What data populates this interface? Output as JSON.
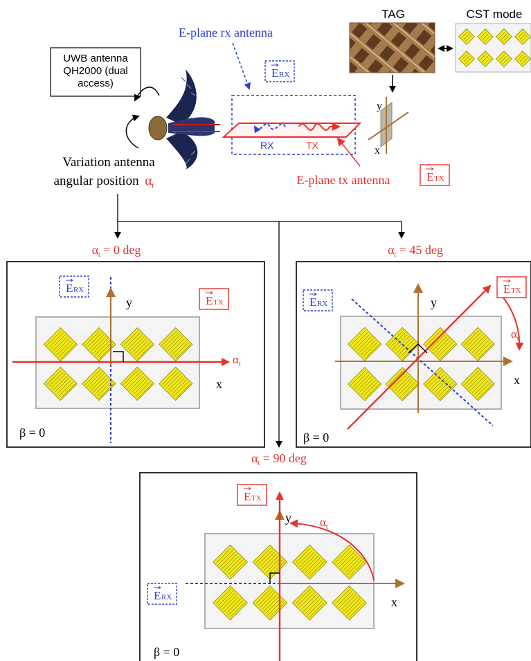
{
  "top": {
    "tag_label": "TAG",
    "cst_label": "CST mode",
    "rx_antenna_label": "E-plane rx antenna",
    "tx_antenna_label": "E-plane tx antenna",
    "uwb_box_lines": [
      "UWB antenna",
      "QH2000 (dual",
      "access)"
    ],
    "variation_lines": [
      "Variation antenna",
      "angular position"
    ],
    "alpha_symbol": "α",
    "alpha_sub": "t",
    "rx_label": "RX",
    "tx_label": "TX",
    "axis_x": "x",
    "axis_y": "y"
  },
  "field_labels": {
    "e": "E",
    "rx": "RX",
    "tx": "TX"
  },
  "panels": {
    "p0": {
      "title_value": " = 0 deg",
      "beta": "β  = 0"
    },
    "p45": {
      "title_value": " = 45 deg",
      "beta": "β  = 0"
    },
    "p90": {
      "title_value": " = 90 deg",
      "beta": "β  = 0"
    }
  },
  "colors": {
    "red": "#e8302c",
    "blue": "#2b3fd0",
    "brown": "#b07030",
    "patch": "#f2e81c",
    "patch_edge": "#8a8400",
    "tag_brown": "#8a5a30"
  }
}
